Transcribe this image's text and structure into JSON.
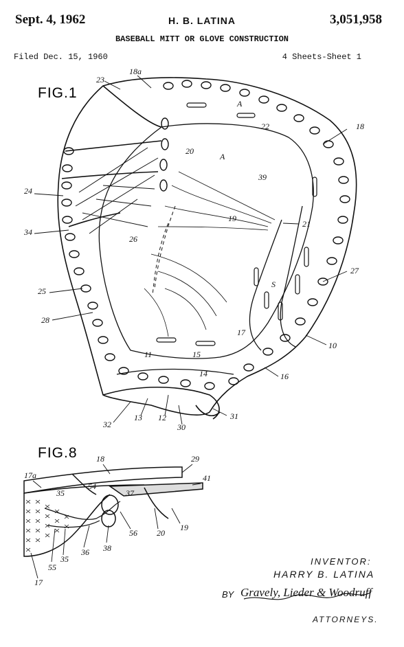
{
  "header": {
    "date": "Sept. 4, 1962",
    "inventor_name": "H. B. LATINA",
    "patent_number": "3,051,958",
    "title": "BASEBALL MITT OR GLOVE CONSTRUCTION",
    "filed": "Filed Dec. 15, 1960",
    "sheets": "4 Sheets-Sheet 1"
  },
  "figures": {
    "fig1": {
      "label": "FIG.1",
      "refs": [
        "23",
        "18a",
        "A",
        "22",
        "18",
        "20",
        "A",
        "39",
        "24",
        "19",
        "21",
        "34",
        "26",
        "27",
        "S",
        "25",
        "28",
        "17",
        "10",
        "11",
        "15",
        "16",
        "14",
        "32",
        "13",
        "12",
        "30",
        "31"
      ]
    },
    "fig8": {
      "label": "FIG.8",
      "refs": [
        "18",
        "29",
        "17a",
        "54",
        "41",
        "35",
        "37",
        "55",
        "35",
        "36",
        "38",
        "56",
        "20",
        "19",
        "17"
      ]
    }
  },
  "footer": {
    "inventor_caption": "INVENTOR:",
    "inventor_full": "HARRY B. LATINA",
    "by": "BY",
    "attorney_signature": "Gravely, Lieder & Woodruff",
    "attorneys_caption": "ATTORNEYS."
  }
}
